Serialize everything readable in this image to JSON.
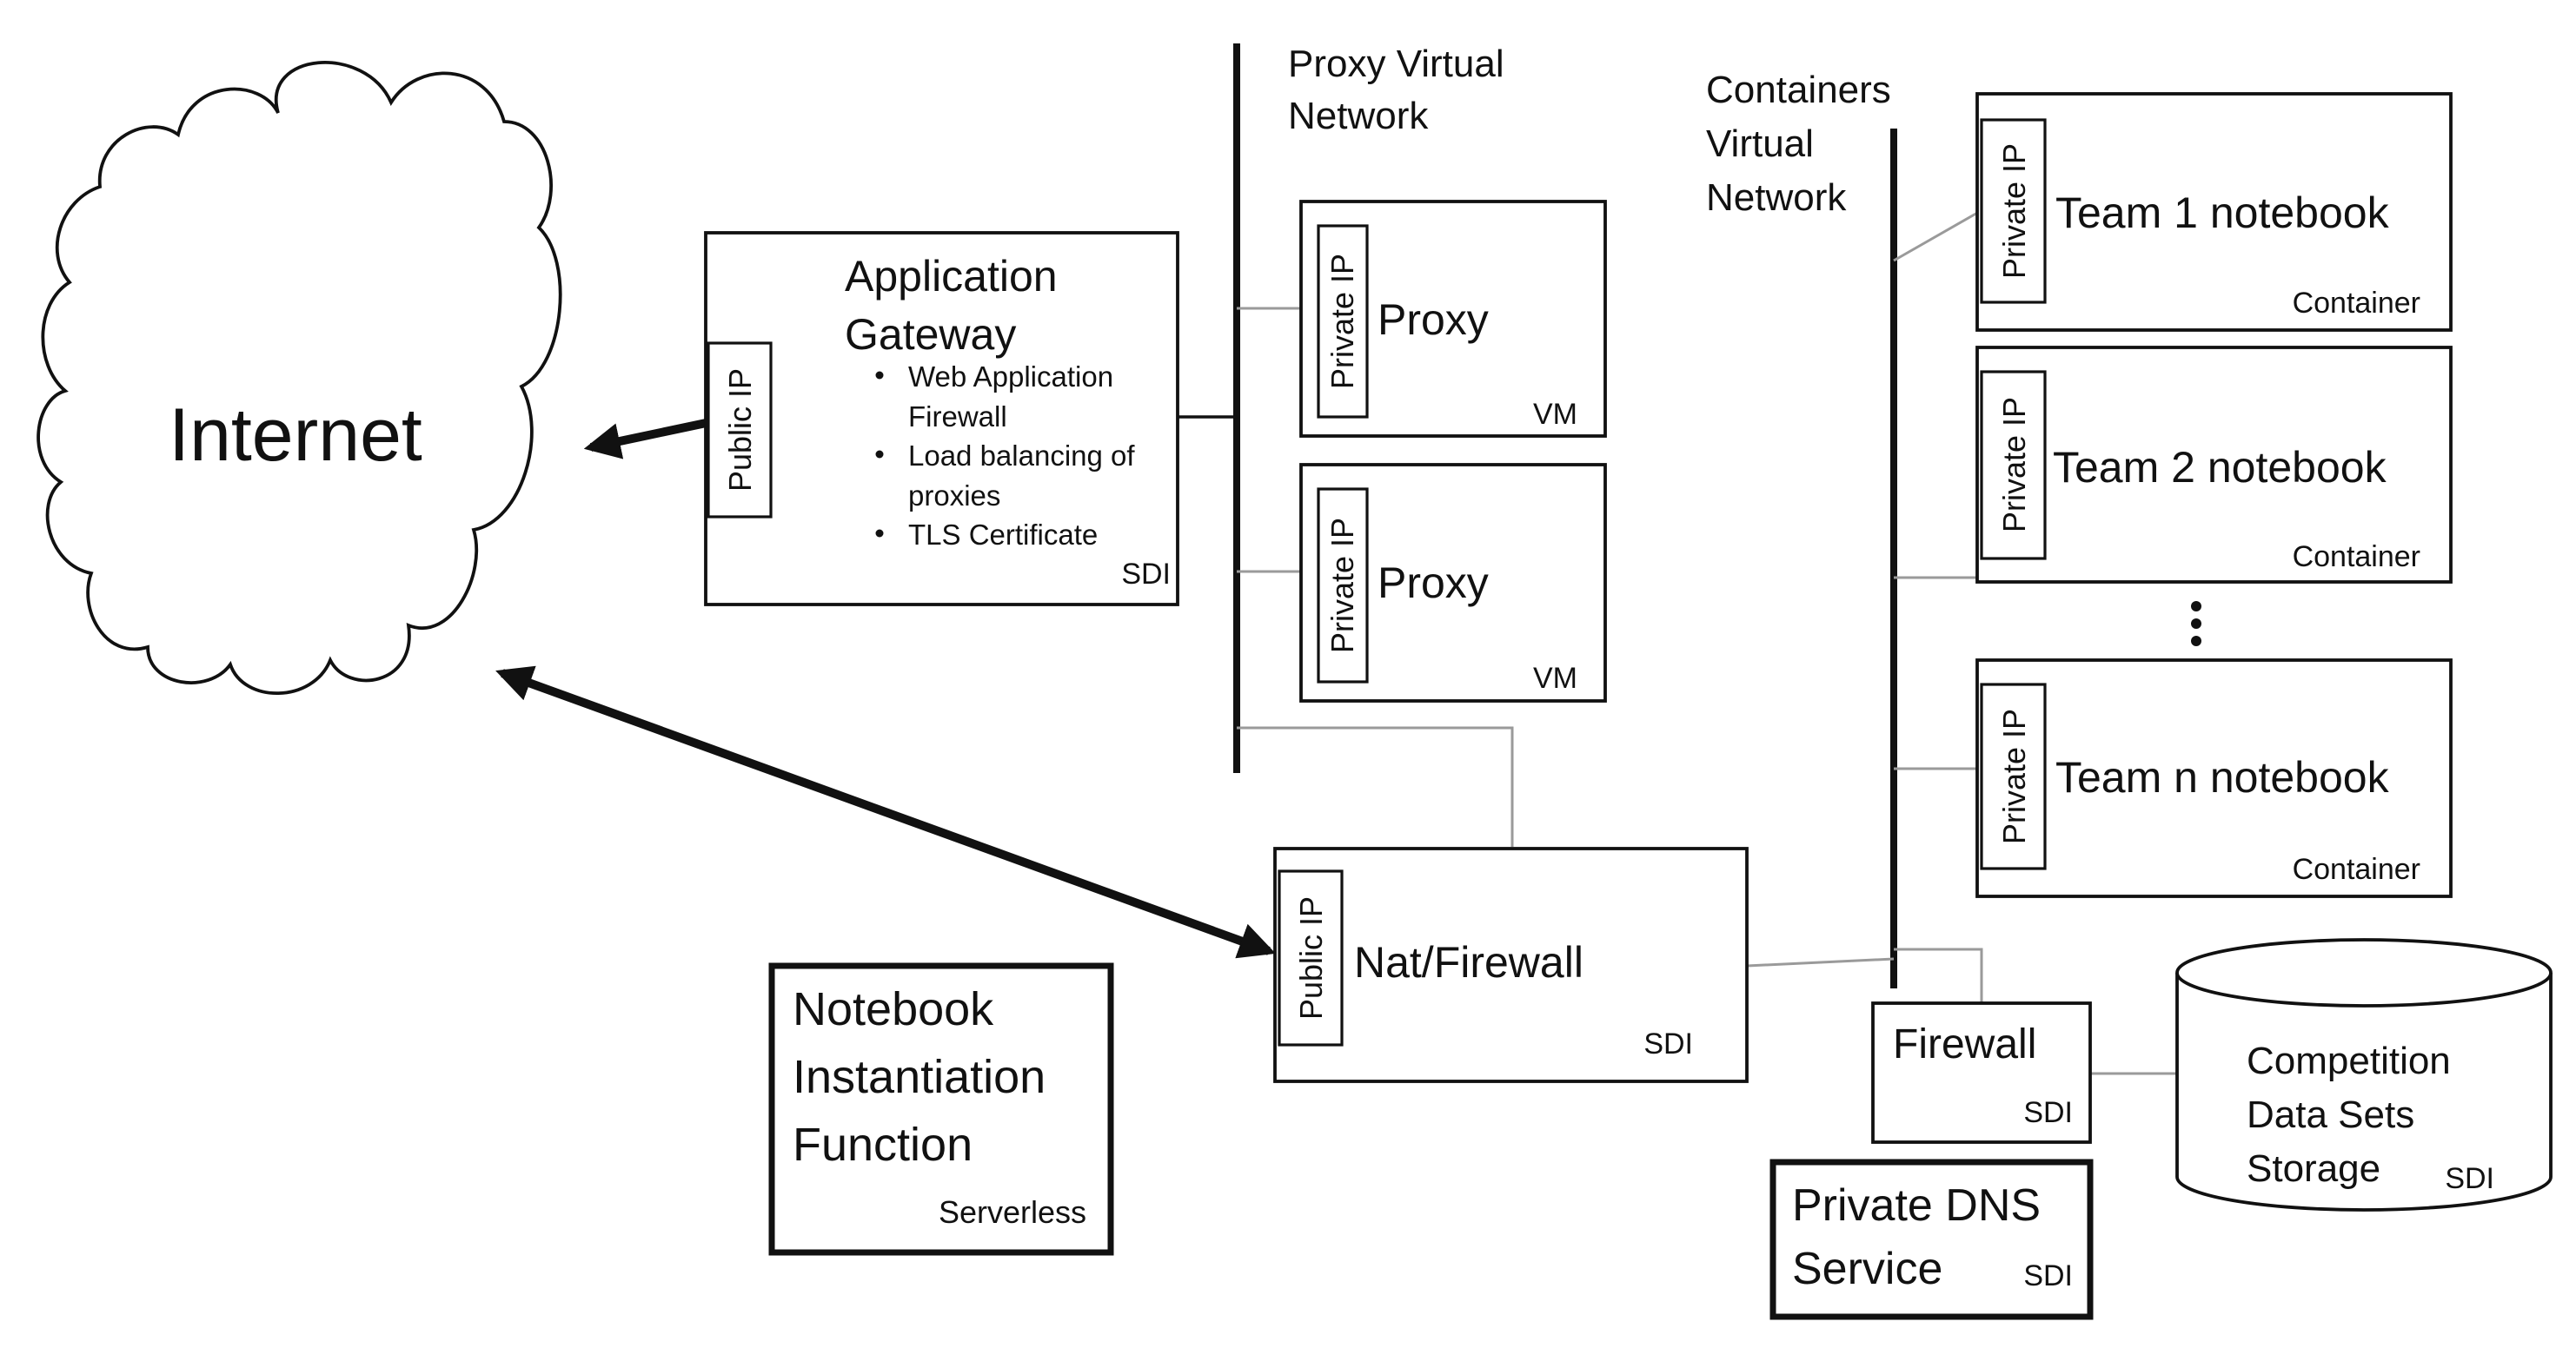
{
  "internet": {
    "label": "Internet"
  },
  "app_gateway": {
    "title_line1": "Application",
    "title_line2": "Gateway",
    "bullets": [
      "Web Application",
      "Firewall",
      "Load balancing of",
      "proxies",
      "TLS Certificate"
    ],
    "ip_label": "Public IP",
    "type_label": "SDI"
  },
  "proxy_network": {
    "label_line1": "Proxy Virtual",
    "label_line2": "Network"
  },
  "proxy1": {
    "title": "Proxy",
    "ip_label": "Private IP",
    "type_label": "VM"
  },
  "proxy2": {
    "title": "Proxy",
    "ip_label": "Private IP",
    "type_label": "VM"
  },
  "containers_network": {
    "label_line1": "Containers",
    "label_line2": "Virtual",
    "label_line3": "Network"
  },
  "team1": {
    "title": "Team 1 notebook",
    "ip_label": "Private IP",
    "type_label": "Container"
  },
  "team2": {
    "title": "Team 2 notebook",
    "ip_label": "Private IP",
    "type_label": "Container"
  },
  "teamn": {
    "title": "Team n notebook",
    "ip_label": "Private IP",
    "type_label": "Container"
  },
  "nat_firewall": {
    "title": "Nat/Firewall",
    "ip_label": "Public IP",
    "type_label": "SDI"
  },
  "notebook_function": {
    "line1": "Notebook",
    "line2": "Instantiation",
    "line3": "Function",
    "type_label": "Serverless"
  },
  "firewall": {
    "title": "Firewall",
    "type_label": "SDI"
  },
  "private_dns": {
    "line1": "Private DNS",
    "line2": "Service",
    "type_label": "SDI"
  },
  "storage": {
    "line1": "Competition",
    "line2": "Data Sets",
    "line3": "Storage",
    "type_label": "SDI"
  }
}
